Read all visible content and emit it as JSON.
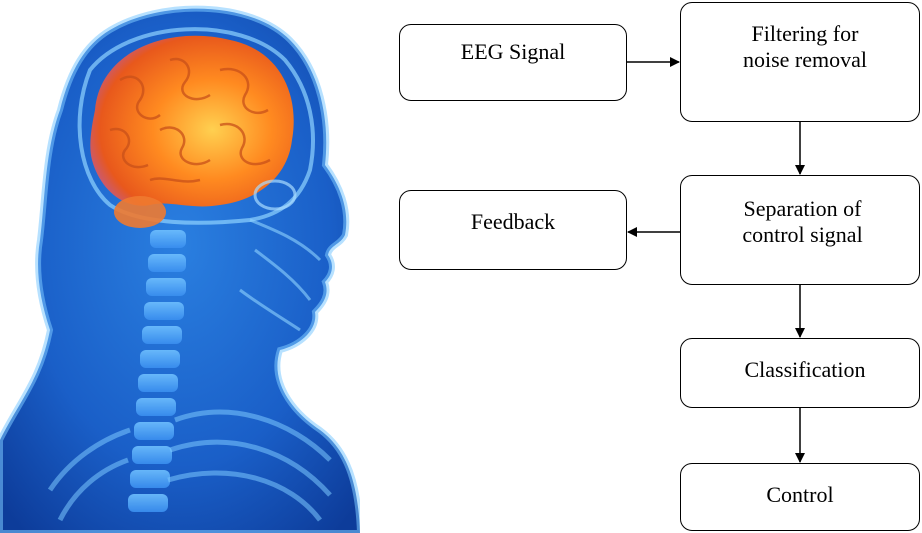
{
  "steps": {
    "eeg": "EEG Signal",
    "filter_l1": "Filtering for",
    "filter_l2": "noise removal",
    "feedback": "Feedback",
    "separation_l1": "Separation of",
    "separation_l2": "control signal",
    "classification": "Classification",
    "control": "Control"
  },
  "illustration": {
    "icon": "human-head-brain-anatomy",
    "colors": {
      "body": "#1e88f0",
      "skin_glow": "#7cc8ff",
      "brain": "#ff7a1a",
      "brain_glow": "#ffcc40"
    }
  }
}
